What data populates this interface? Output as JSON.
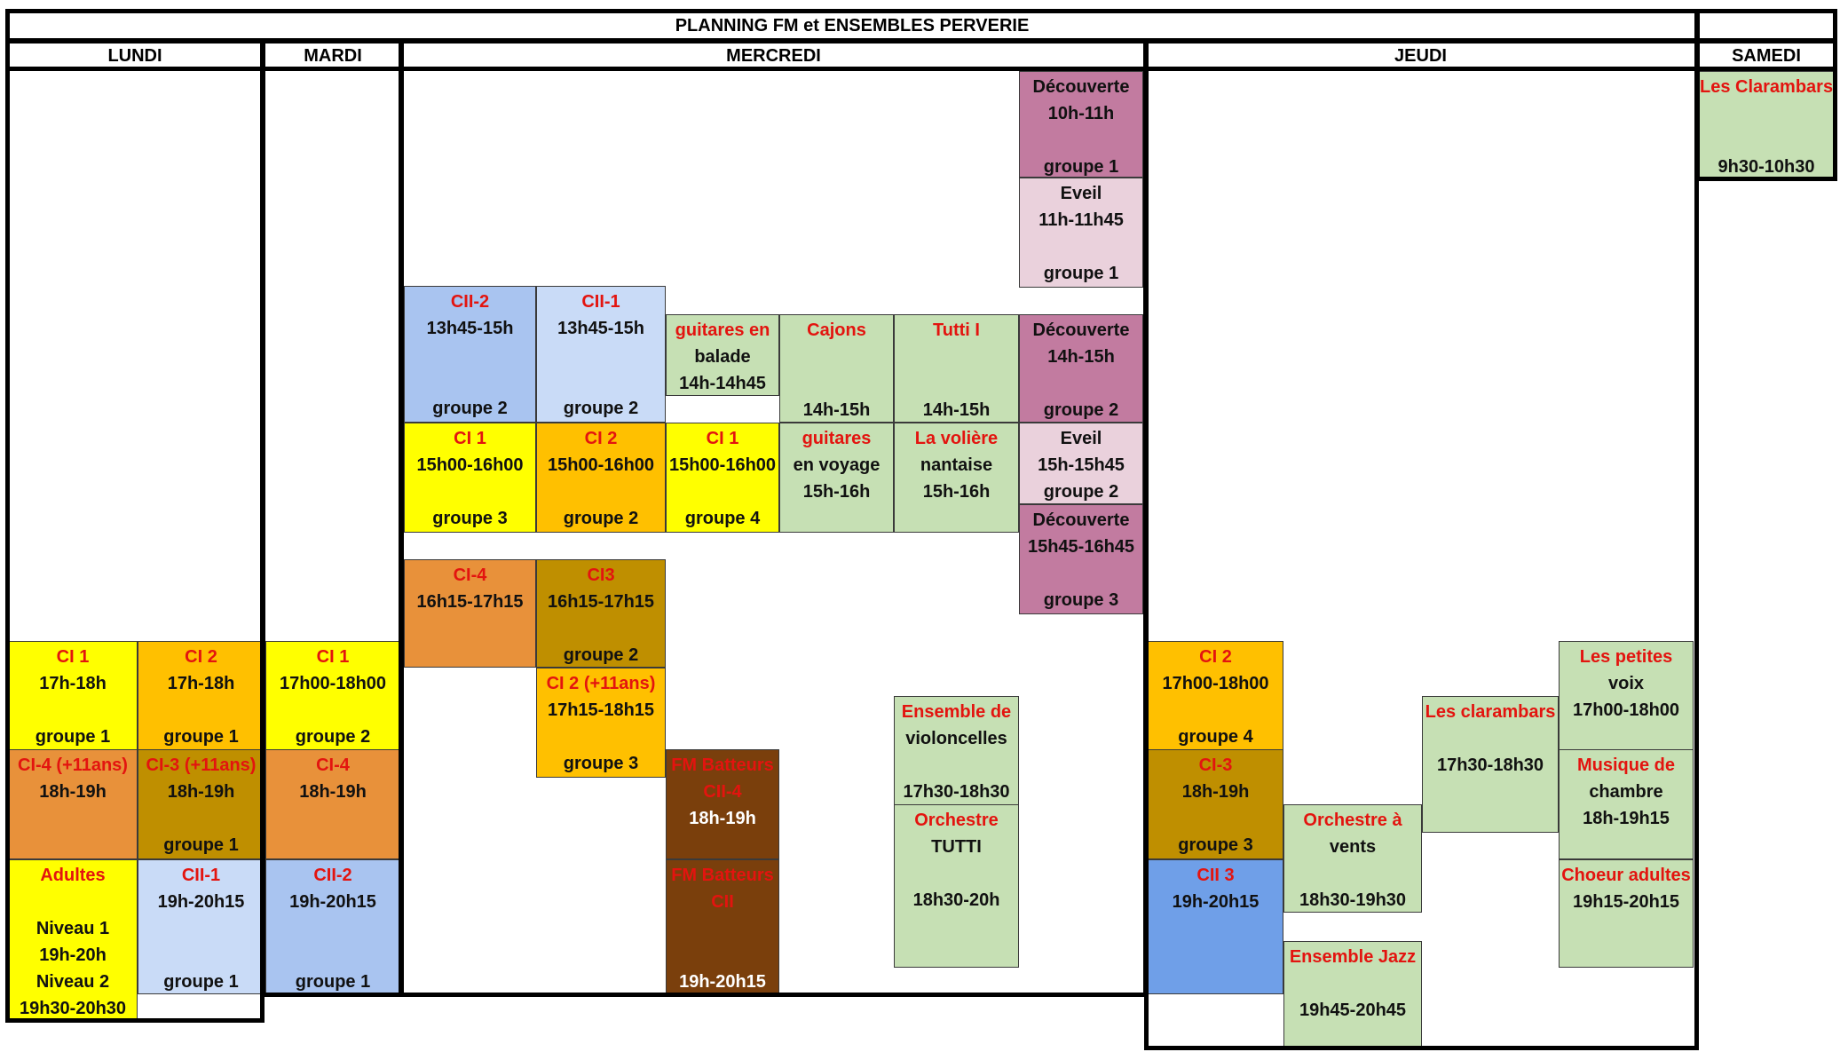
{
  "title": "PLANNING FM et ENSEMBLES PERVERIE",
  "days": [
    "LUNDI",
    "MARDI",
    "MERCREDI",
    "JEUDI",
    "SAMEDI"
  ],
  "colors": {
    "yellow": "#ffff00",
    "orange": "#ffc000",
    "dark_orange": "#e8913a",
    "dark_gold": "#bf8f00",
    "brown": "#7a3f0c",
    "blue": "#a9c4f0",
    "light_blue": "#c9dbf7",
    "mid_blue": "#6f9fe8",
    "green": "#c6e0b4",
    "mauve": "#c27ba0",
    "pink": "#ead1dc",
    "red_text": "#e3140f"
  },
  "blocks": [
    {
      "day": "LUNDI",
      "lines": [
        "CI 1",
        "17h-18h",
        "",
        "groupe 1"
      ]
    },
    {
      "day": "LUNDI",
      "lines": [
        "CI 2",
        "17h-18h",
        "",
        "groupe 1"
      ]
    },
    {
      "day": "LUNDI",
      "lines": [
        "CI-4 (+11ans)",
        "18h-19h"
      ]
    },
    {
      "day": "LUNDI",
      "lines": [
        "CI-3 (+11ans)",
        "18h-19h",
        "",
        "groupe 1"
      ]
    },
    {
      "day": "LUNDI",
      "lines": [
        "Adultes",
        "",
        "Niveau 1",
        "19h-20h",
        "Niveau 2",
        "19h30-20h30"
      ]
    },
    {
      "day": "LUNDI",
      "lines": [
        "CII-1",
        "19h-20h15",
        "",
        "",
        "groupe 1"
      ]
    },
    {
      "day": "MARDI",
      "lines": [
        "CI 1",
        "17h00-18h00",
        "",
        "groupe 2"
      ]
    },
    {
      "day": "MARDI",
      "lines": [
        "CI-4",
        "18h-19h"
      ]
    },
    {
      "day": "MARDI",
      "lines": [
        "CII-2",
        "19h-20h15",
        "",
        "",
        "groupe 1"
      ]
    },
    {
      "day": "MERCREDI",
      "lines": [
        "Découverte",
        "10h-11h",
        "",
        "groupe 1"
      ]
    },
    {
      "day": "MERCREDI",
      "lines": [
        "Eveil",
        "11h-11h45",
        "",
        "groupe 1"
      ]
    },
    {
      "day": "MERCREDI",
      "lines": [
        "CII-2",
        "13h45-15h",
        "",
        "",
        "groupe 2"
      ]
    },
    {
      "day": "MERCREDI",
      "lines": [
        "CII-1",
        "13h45-15h",
        "",
        "",
        "groupe 2"
      ]
    },
    {
      "day": "MERCREDI",
      "lines": [
        "guitares en",
        "balade",
        "14h-14h45"
      ]
    },
    {
      "day": "MERCREDI",
      "lines": [
        "Cajons",
        "",
        "",
        "14h-15h"
      ]
    },
    {
      "day": "MERCREDI",
      "lines": [
        "Tutti I",
        "",
        "",
        "14h-15h"
      ]
    },
    {
      "day": "MERCREDI",
      "lines": [
        "Découverte",
        "14h-15h",
        "",
        "groupe 2"
      ]
    },
    {
      "day": "MERCREDI",
      "lines": [
        "CI 1",
        "15h00-16h00",
        "",
        "groupe 3"
      ]
    },
    {
      "day": "MERCREDI",
      "lines": [
        "CI 2",
        "15h00-16h00",
        "",
        "groupe 2"
      ]
    },
    {
      "day": "MERCREDI",
      "lines": [
        "CI 1",
        "15h00-16h00",
        "",
        "groupe 4"
      ]
    },
    {
      "day": "MERCREDI",
      "lines": [
        "guitares",
        "en voyage",
        "15h-16h"
      ]
    },
    {
      "day": "MERCREDI",
      "lines": [
        "La volière",
        "nantaise",
        "15h-16h"
      ]
    },
    {
      "day": "MERCREDI",
      "lines": [
        "Eveil",
        "15h-15h45",
        "groupe 2"
      ]
    },
    {
      "day": "MERCREDI",
      "lines": [
        "Découverte",
        "15h45-16h45",
        "",
        "groupe 3"
      ]
    },
    {
      "day": "MERCREDI",
      "lines": [
        "CI-4",
        "16h15-17h15"
      ]
    },
    {
      "day": "MERCREDI",
      "lines": [
        "CI3",
        "16h15-17h15",
        "",
        "groupe 2"
      ]
    },
    {
      "day": "MERCREDI",
      "lines": [
        "CI 2 (+11ans)",
        "17h15-18h15",
        "",
        "groupe 3"
      ]
    },
    {
      "day": "MERCREDI",
      "lines": [
        "FM Batteurs",
        "CII-4",
        "18h-19h"
      ]
    },
    {
      "day": "MERCREDI",
      "lines": [
        "FM Batteurs",
        "CII",
        "",
        "",
        "19h-20h15"
      ]
    },
    {
      "day": "MERCREDI",
      "lines": [
        "Ensemble de",
        "violoncelles",
        "",
        "17h30-18h30"
      ]
    },
    {
      "day": "MERCREDI",
      "lines": [
        "Orchestre",
        "TUTTI",
        "",
        "18h30-20h"
      ]
    },
    {
      "day": "JEUDI",
      "lines": [
        "CI 2",
        "17h00-18h00",
        "",
        "groupe 4"
      ]
    },
    {
      "day": "JEUDI",
      "lines": [
        "CI-3",
        "18h-19h",
        "",
        "groupe 3"
      ]
    },
    {
      "day": "JEUDI",
      "lines": [
        "CII 3",
        "19h-20h15"
      ]
    },
    {
      "day": "JEUDI",
      "lines": [
        "Orchestre à",
        "vents",
        "",
        "18h30-19h30"
      ]
    },
    {
      "day": "JEUDI",
      "lines": [
        "Ensemble Jazz",
        "",
        "19h45-20h45"
      ]
    },
    {
      "day": "JEUDI",
      "lines": [
        "Les clarambars",
        "",
        "17h30-18h30"
      ]
    },
    {
      "day": "JEUDI",
      "lines": [
        "Les petites",
        "voix",
        "17h00-18h00"
      ]
    },
    {
      "day": "JEUDI",
      "lines": [
        "Musique de",
        "chambre",
        "18h-19h15"
      ]
    },
    {
      "day": "JEUDI",
      "lines": [
        "Choeur adultes",
        "19h15-20h15"
      ]
    },
    {
      "day": "SAMEDI",
      "lines": [
        "Les Clarambars",
        "",
        "",
        "9h30-10h30"
      ]
    }
  ]
}
